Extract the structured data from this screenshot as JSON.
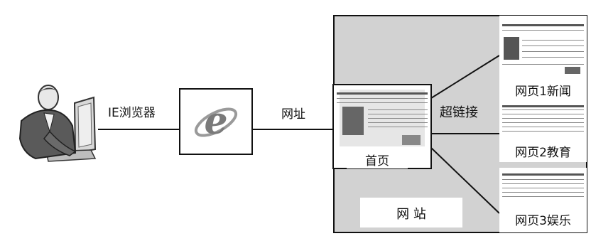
{
  "labels": {
    "browser": "IE浏览器",
    "address": "网址",
    "hyperlink": "超链接",
    "homepage": "首页",
    "website": "网 站",
    "page1": "网页1新闻",
    "page2": "网页2教育",
    "page3": "网页3娱乐"
  },
  "icons": {
    "person": "person-at-computer-icon",
    "browser": "ie-logo-icon"
  },
  "colors": {
    "website_bg": "#d2d2d2",
    "line": "#111111"
  }
}
